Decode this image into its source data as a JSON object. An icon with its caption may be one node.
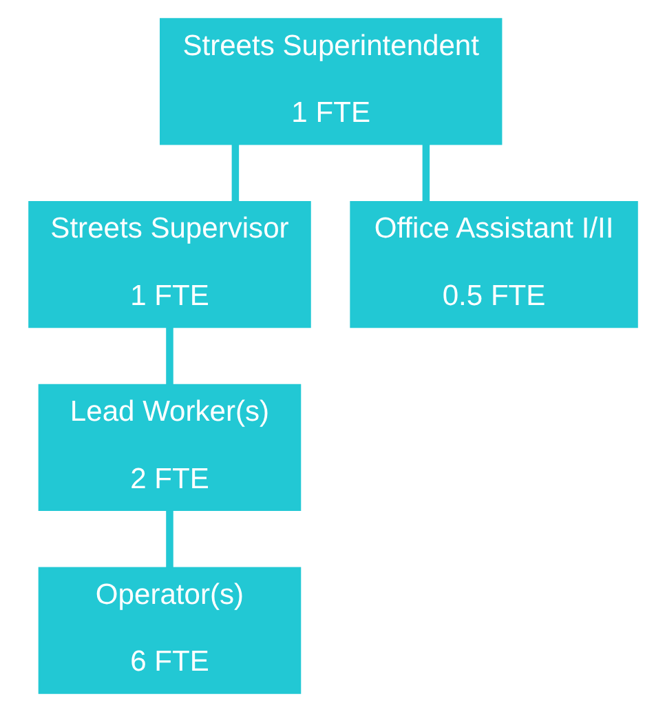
{
  "diagram": {
    "nodes": [
      {
        "text": [
          "Streets Superintendent",
          "1 FTE"
        ]
      },
      {
        "text": [
          "Streets Supervisor",
          "1 FTE"
        ]
      },
      {
        "text": [
          "Office Assistant I/II",
          "0.5 FTE"
        ]
      },
      {
        "text": [
          "Lead Worker(s)",
          "2 FTE"
        ]
      },
      {
        "text": [
          "Operator(s)",
          "6 FTE"
        ]
      }
    ],
    "edges": [
      {
        "from": 0,
        "to": 1,
        "arrow": "none"
      },
      {
        "from": 0,
        "to": 2,
        "arrow": "none"
      },
      {
        "from": 1,
        "to": 3,
        "arrow": "none"
      },
      {
        "from": 3,
        "to": 4,
        "arrow": "none"
      }
    ]
  }
}
